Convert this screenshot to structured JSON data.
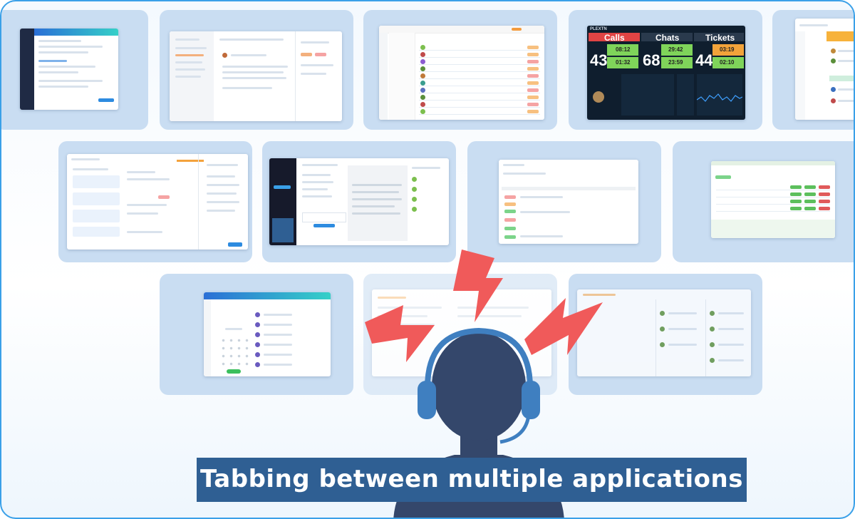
{
  "caption": "Tabbing between multiple applications",
  "dashboard": {
    "brand": "PLEXTN",
    "calls_label": "Calls",
    "chats_label": "Chats",
    "tickets_label": "Tickets",
    "calls_value": "43",
    "chats_value": "68",
    "tickets_value": "44",
    "calls_stats": [
      "08:12",
      "01:32"
    ],
    "chats_stats": [
      "29:42",
      "23:59"
    ],
    "tickets_stats": [
      "03:19",
      "02:10"
    ]
  },
  "colors": {
    "accent": "#2f5f93",
    "tile": "#c9ddf2",
    "alert": "#f05a5a",
    "head": "#34476b",
    "headset": "#3f7fc0",
    "frame_border": "#3aa0e8"
  },
  "icons": [
    "lightning-bolt-icon",
    "headset-icon"
  ]
}
